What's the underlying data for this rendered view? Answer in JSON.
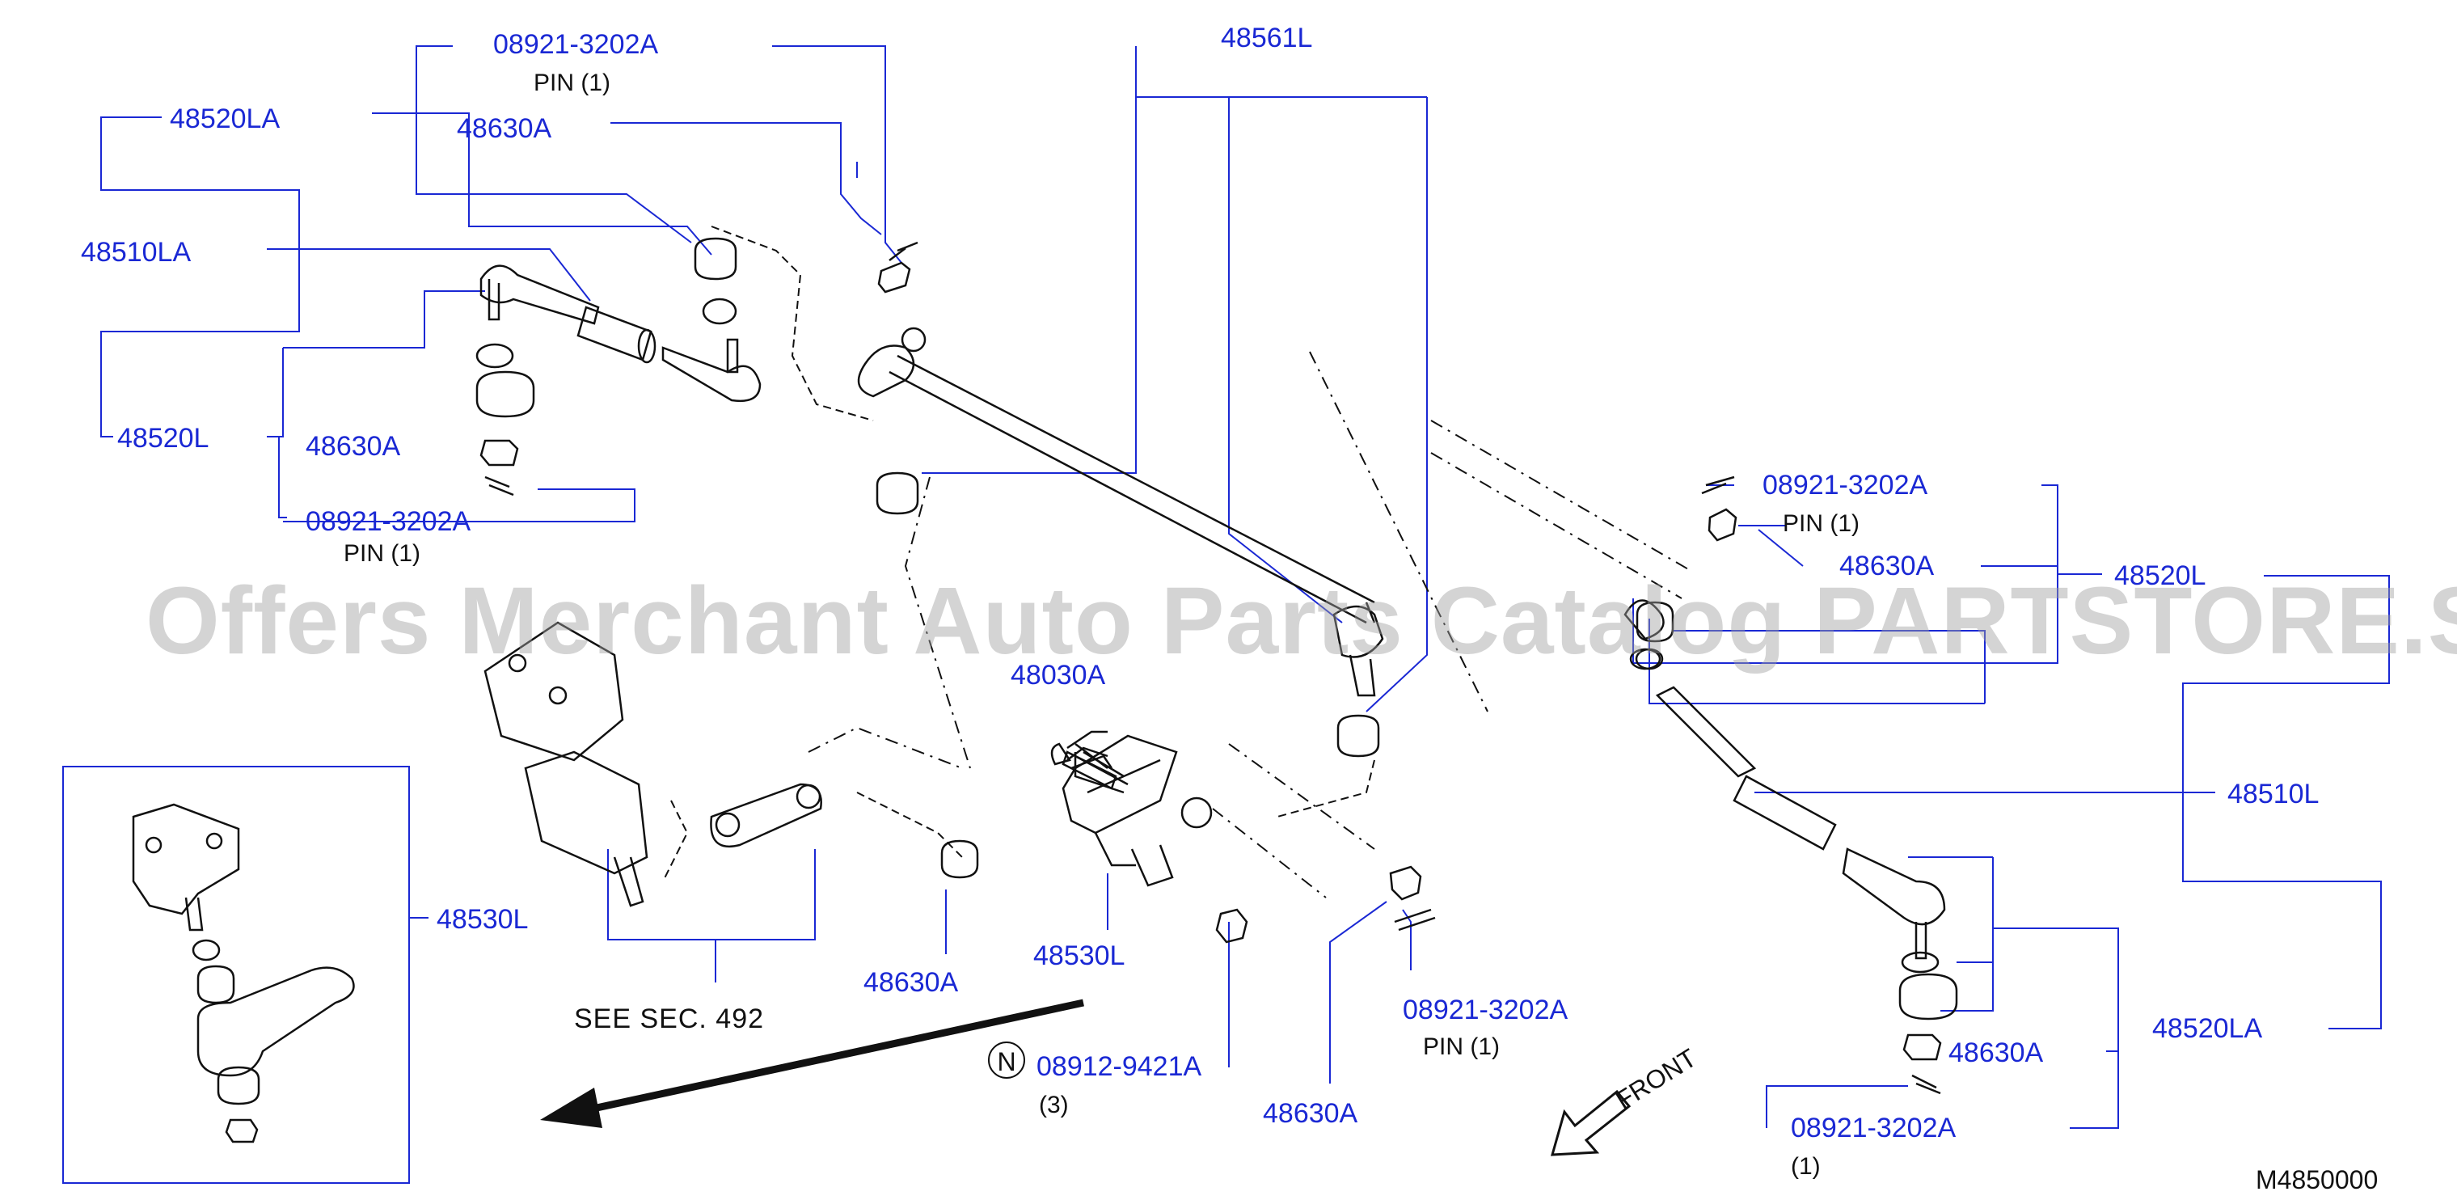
{
  "watermark": "Offers Merchant Auto Parts Catalog PARTSTORE.SA",
  "diagram_code": "M4850000",
  "front_label": "FRONT",
  "see_section": "SEE   SEC.   492",
  "pin_label": "PIN",
  "colors": {
    "part_number": "#1a28d4",
    "line_art": "#111111",
    "leader": "#1a28d4"
  },
  "labels": {
    "tl_08921": "08921-3202A",
    "tl_pin": "PIN  (1)",
    "tl_48630A": "48630A",
    "tl_48520LA": "48520LA",
    "tl_48510LA": "48510LA",
    "tl_48520L": "48520L",
    "tl_48630A_b": "48630A",
    "tl_08921_b": "08921-3202A",
    "tl_pin_b": "PIN  (1)",
    "top_48561L": "48561L",
    "mid_48030A": "48030A",
    "mid_48530L": "48530L",
    "mid_48630A": "48630A",
    "left_48530L": "48530L",
    "n_08912": "08912-9421A",
    "n_qty": "(3)",
    "n_symbol": "N",
    "bm_48630A": "48630A",
    "bm_08921": "08921-3202A",
    "bm_pin": "PIN  (1)",
    "r_08921": "08921-3202A",
    "r_pin": "PIN  (1)",
    "r_48630A": "48630A",
    "r_48520L": "48520L",
    "r_48510L": "48510L",
    "r_48630A_b": "48630A",
    "r_48520LA": "48520LA",
    "r_08921_b": "08921-3202A",
    "r_qty": "(1)"
  }
}
